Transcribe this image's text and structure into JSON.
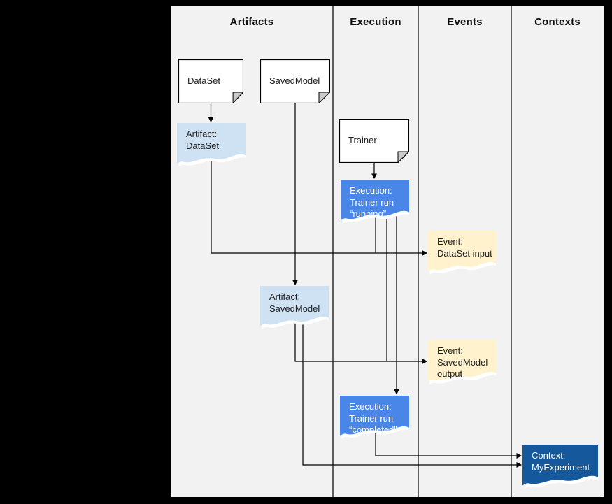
{
  "columns": [
    {
      "label": "Artifacts"
    },
    {
      "label": "Execution"
    },
    {
      "label": "Events"
    },
    {
      "label": "Contexts"
    }
  ],
  "nodes": {
    "dataset": {
      "label": "DataSet"
    },
    "savedmodel": {
      "label": "SavedModel"
    },
    "trainer": {
      "label": "Trainer"
    },
    "artifact_dataset": {
      "line1": "Artifact:",
      "line2": "DataSet"
    },
    "execution_running": {
      "line1": "Execution:",
      "line2": "Trainer run",
      "line3": "“running”"
    },
    "event_dataset_input": {
      "line1": "Event:",
      "line2": "DataSet input"
    },
    "artifact_savedmodel": {
      "line1": "Artifact:",
      "line2": "SavedModel"
    },
    "event_savedmodel_output": {
      "line1": "Event:",
      "line2": "SavedModel",
      "line3": "output"
    },
    "execution_completed": {
      "line1": "Execution:",
      "line2": "Trainer run",
      "line3": "“completed”"
    },
    "context_myexperiment": {
      "line1": "Context:",
      "line2": "MyExperiment"
    }
  },
  "edges": [
    {
      "from": "DataSet",
      "to": "Artifact: DataSet"
    },
    {
      "from": "SavedModel",
      "to": "Artifact: SavedModel"
    },
    {
      "from": "Trainer",
      "to": "Execution: Trainer run “running”"
    },
    {
      "from": "Artifact: DataSet",
      "to": "Event: DataSet input"
    },
    {
      "from": "Execution: Trainer run “running”",
      "to": "Event: DataSet input"
    },
    {
      "from": "Execution: Trainer run “running”",
      "to": "Event: SavedModel output"
    },
    {
      "from": "Execution: Trainer run “running”",
      "to": "Execution: Trainer run “completed”"
    },
    {
      "from": "Artifact: SavedModel",
      "to": "Event: SavedModel output"
    },
    {
      "from": "Artifact: SavedModel",
      "to": "Context: MyExperiment"
    },
    {
      "from": "Execution: Trainer run “completed”",
      "to": "Context: MyExperiment"
    }
  ],
  "colors": {
    "page_bg": "#000000",
    "canvas_bg": "#f2f2f2",
    "line_color": "#000000",
    "box_fill": "#ffffff",
    "fold_fill": "#c9c9c9",
    "artifact_fill": "#cfe2f3",
    "execution_fill": "#4a86e8",
    "event_fill": "#fff2cc",
    "context_fill": "#15599c",
    "dark_text": "#212121",
    "light_text": "#ffffff"
  }
}
